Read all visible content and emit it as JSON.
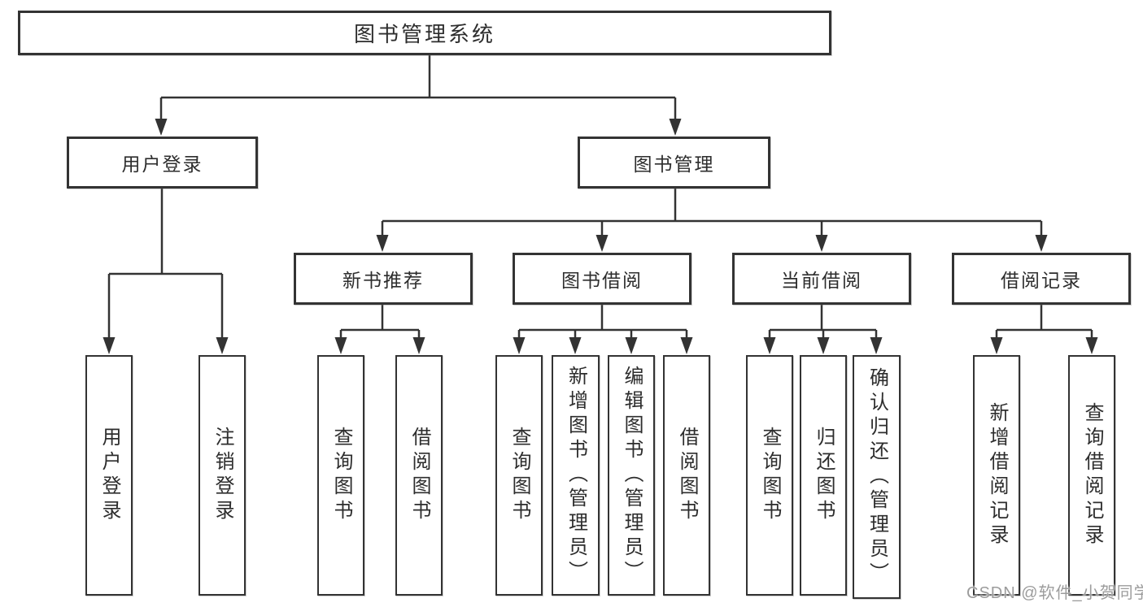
{
  "diagram": {
    "title": "图书管理系统",
    "branches": [
      {
        "label": "用户登录",
        "children": [
          {
            "label": "用户登录"
          },
          {
            "label": "注销登录"
          }
        ]
      },
      {
        "label": "图书管理",
        "children": [
          {
            "label": "新书推荐",
            "children": [
              {
                "label": "查询图书"
              },
              {
                "label": "借阅图书"
              }
            ]
          },
          {
            "label": "图书借阅",
            "children": [
              {
                "label": "查询图书"
              },
              {
                "label": "新增图书（管理员）"
              },
              {
                "label": "编辑图书（管理员）"
              },
              {
                "label": "借阅图书"
              }
            ]
          },
          {
            "label": "当前借阅",
            "children": [
              {
                "label": "查询图书"
              },
              {
                "label": "归还图书"
              },
              {
                "label": "确认归还（管理员）"
              }
            ]
          },
          {
            "label": "借阅记录",
            "children": [
              {
                "label": "新增借阅记录"
              },
              {
                "label": "查询借阅记录"
              }
            ]
          }
        ]
      }
    ]
  },
  "watermark": "CSDN @软件_小贺同学",
  "colors": {
    "line": "#333333",
    "text": "#2d2d2d",
    "watermark": "#9c9c9c",
    "background": "#ffffff"
  }
}
